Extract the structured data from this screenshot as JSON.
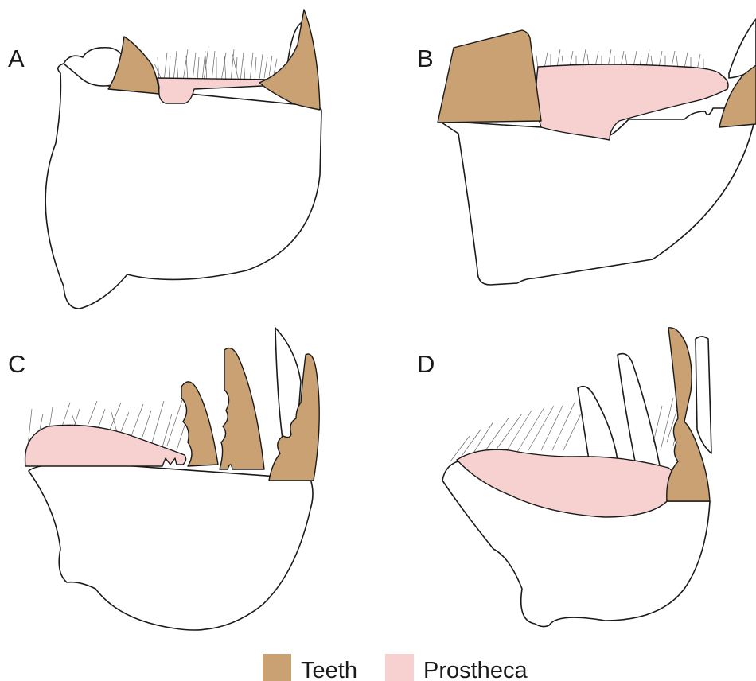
{
  "panels": [
    {
      "label": "A"
    },
    {
      "label": "B"
    },
    {
      "label": "C"
    },
    {
      "label": "D"
    }
  ],
  "legend": {
    "items": [
      {
        "label": "Teeth",
        "color": "#c9a173"
      },
      {
        "label": "Prostheca",
        "color": "#f7d0d0"
      }
    ]
  },
  "colors": {
    "teeth": "#c9a173",
    "prostheca": "#f7d0d0",
    "outline": "#1a1a1a"
  }
}
